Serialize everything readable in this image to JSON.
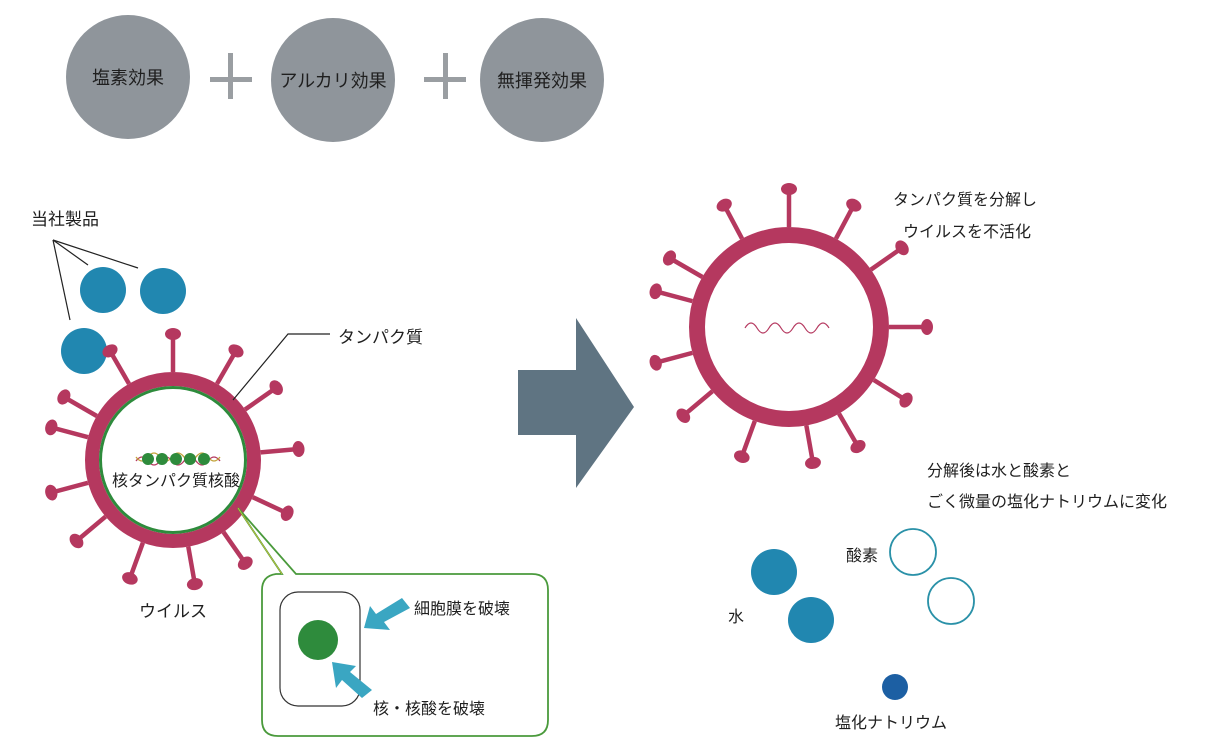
{
  "effects": [
    {
      "label": "塩素効果"
    },
    {
      "label": "アルカリ効果"
    },
    {
      "label": "無揮発効果"
    }
  ],
  "plus_symbol": "+",
  "labels": {
    "product": "当社製品",
    "protein": "タンパク質",
    "nucleoprotein": "核タンパク質核酸",
    "virus": "ウイルス",
    "destroy_membrane": "細胞膜を破壊",
    "destroy_nucleus": "核・核酸を破壊",
    "result_line1": "タンパク質を分解し",
    "result_line2": "ウイルスを不活化",
    "after_line1": "分解後は水と酸素と",
    "after_line2": "ごく微量の塩化ナトリウムに変化",
    "oxygen": "酸素",
    "water": "水",
    "sodium_chloride": "塩化ナトリウム"
  },
  "colors": {
    "effect_circle": "#8f959b",
    "plus": "#9a9ea2",
    "virus": "#b5385f",
    "membrane": "#2e8b3c",
    "product": "#2187b0",
    "arrow": "#5f7482",
    "callout_border": "#4a9a3c",
    "cell_arrow": "#3aa6c2",
    "nucleus": "#2e8b3c",
    "salt": "#1c5fa3",
    "oxygen_ring": "#2a91a8"
  }
}
